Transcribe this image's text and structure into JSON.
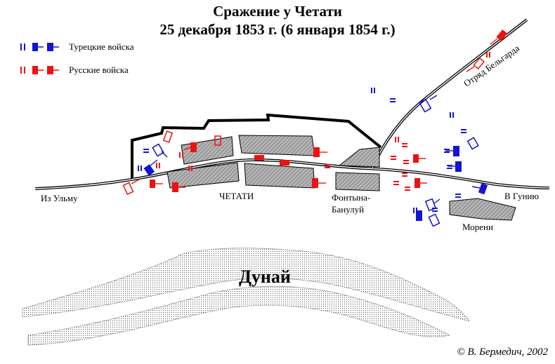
{
  "title": "Сражение у Четати",
  "subtitle": "25 декабря 1853 г. (6 января 1854 г.)",
  "legend": {
    "turkish": {
      "label": "Турецкие войска",
      "color": "#1414d2"
    },
    "russian": {
      "label": "Русские войска",
      "color": "#ee1111"
    }
  },
  "places": {
    "from_ulm": "Из Ульму",
    "chetati": "ЧЕТАТИ",
    "fontina": "Фонтына-",
    "banului": "Банулуй",
    "to_guniu": "В Гунию",
    "moreni": "Морени",
    "belgrade_detachment": "Отряд Бельгарда"
  },
  "river": {
    "label": "Дунай"
  },
  "credit": "© В. Бермедич, 2002"
}
